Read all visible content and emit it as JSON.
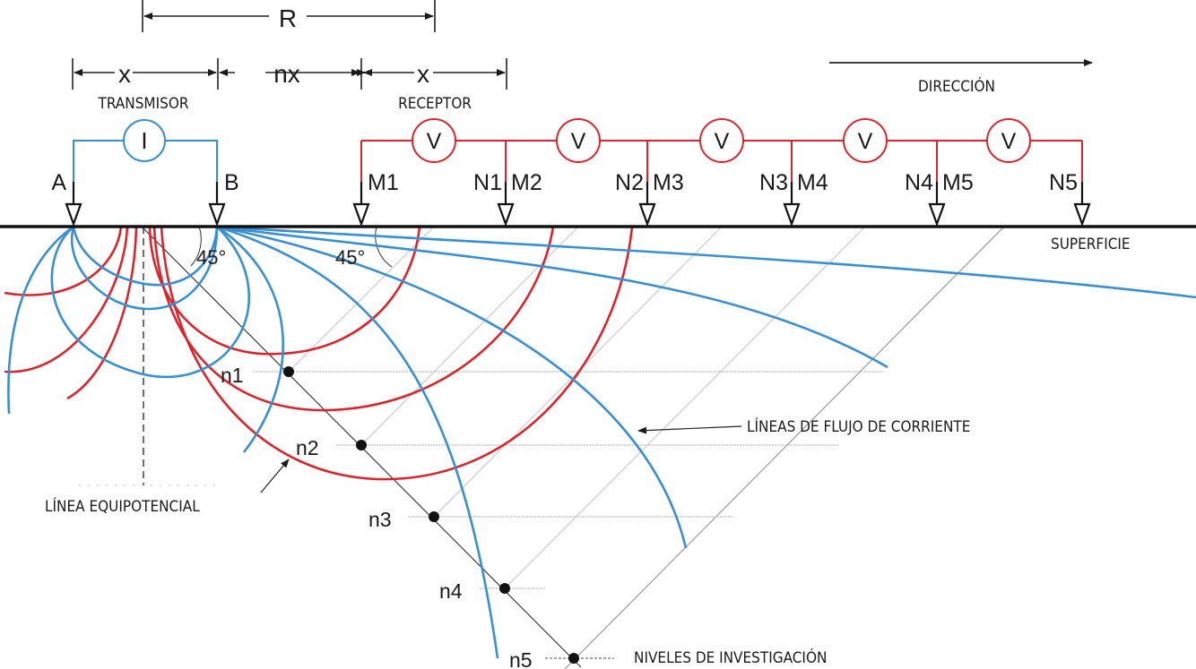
{
  "colors": {
    "current": "#3a8fd0",
    "potential": "#d8262e",
    "ink": "#1a1a1a",
    "guide": "#b5b5b5"
  },
  "dimensions": {
    "R": "R",
    "x_left": "x",
    "nx": "nx",
    "x_right": "x"
  },
  "labels": {
    "transmitter": "TRANSMISOR",
    "receiver": "RECEPTOR",
    "direction": "DIRECCIÓN",
    "surface": "SUPERFICIE",
    "equipotential": "LÍNEA EQUIPOTENCIAL",
    "current_flow": "LÍNEAS DE FLUJO DE CORRIENTE",
    "investigation_levels": "NIVELES DE INVESTIGACIÓN",
    "angle_left": "45°",
    "angle_right": "45°"
  },
  "transmitter_meter": "I",
  "receiver_meters": [
    "V",
    "V",
    "V",
    "V",
    "V"
  ],
  "electrodes": [
    {
      "left": "A",
      "right": ""
    },
    {
      "left": "",
      "right": "B"
    },
    {
      "left": "",
      "right": "M1"
    },
    {
      "left": "N1",
      "right": "M2"
    },
    {
      "left": "N2",
      "right": "M3"
    },
    {
      "left": "N3",
      "right": "M4"
    },
    {
      "left": "N4",
      "right": "M5"
    },
    {
      "left": "N5",
      "right": ""
    }
  ],
  "levels": [
    "n1",
    "n2",
    "n3",
    "n4",
    "n5"
  ]
}
